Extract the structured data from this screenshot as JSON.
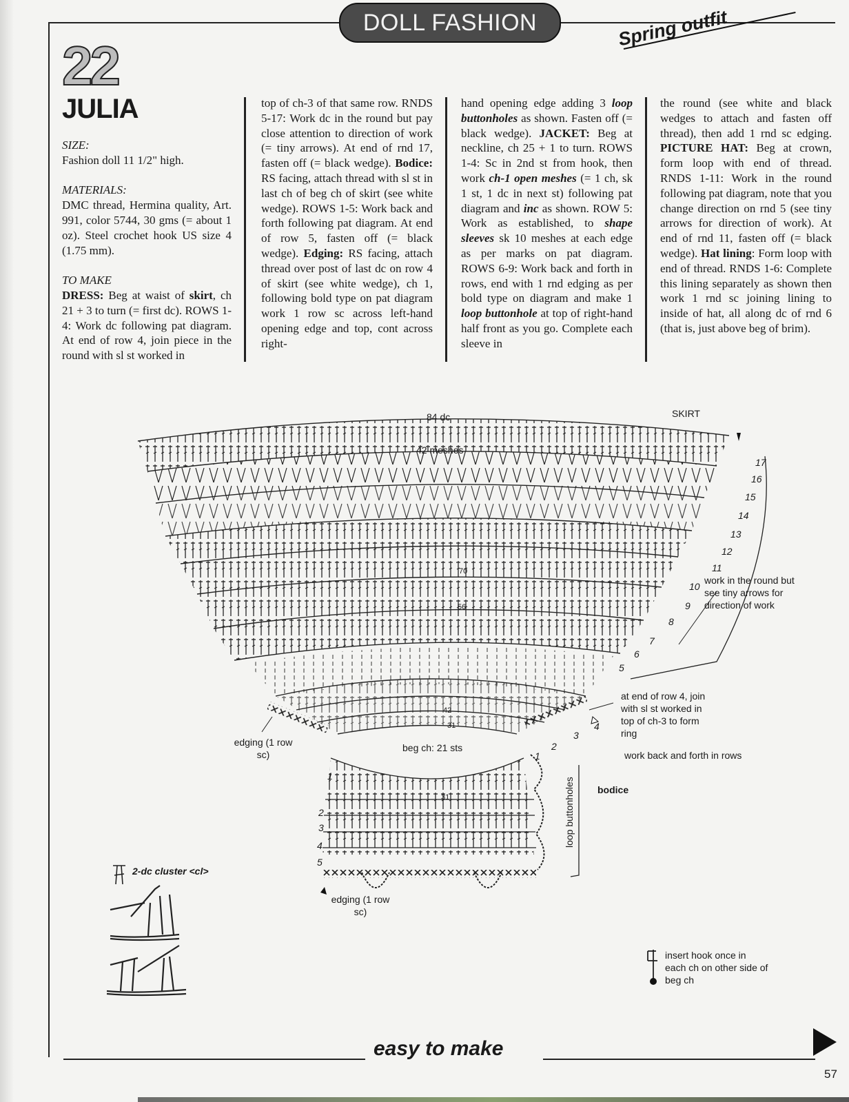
{
  "header": {
    "banner": "DOLL FASHION",
    "badge": "Spring outfit"
  },
  "pattern": {
    "number": "22",
    "name": "JULIA"
  },
  "col1": {
    "size_label": "SIZE:",
    "size_text": "Fashion doll 11 1/2\" high.",
    "materials_label": "MATERIALS:",
    "materials_text": "DMC thread, Hermina quality, Art. 991, color 5744, 30 gms (= about 1 oz). Steel crochet hook US size 4 (1.75 mm).",
    "tomake_label": "TO MAKE",
    "dress_head": "DRESS:",
    "dress_a": " Beg at waist of ",
    "dress_skirt": "skirt",
    "dress_b": ", ch 21 + 3 to turn (= first dc). ROWS 1-4: Work dc following pat diagram. At end of row 4, join piece in the round with sl st worked in"
  },
  "col2": {
    "p1": "top of ch-3 of that same row. RNDS 5-17: Work dc in the round but pay close attention to direction of work (= tiny arrows). At end of rnd 17, fasten off (= black wedge). ",
    "bodice_head": "Bodice:",
    "p2": " RS facing, attach thread with sl st in last ch of beg ch of skirt (see white wedge). ROWS 1-5: Work back and forth following pat diagram. At end of row 5, fasten off (= black wedge). ",
    "edging_head": "Edging:",
    "p3": " RS facing, attach thread over post of last dc on row 4 of skirt (see white wedge), ch 1, following bold type on pat diagram work 1 row sc across left-hand opening edge and top, cont across right-"
  },
  "col3": {
    "p1": "hand opening edge adding 3 ",
    "loop_bh": "loop buttonholes",
    "p2": " as shown. Fasten off (= black wedge). ",
    "jacket_head": "JACKET:",
    "p3": " Beg at neckline, ch 25 + 1 to turn. ROWS 1-4: Sc in 2nd st from hook, then work ",
    "open_meshes": "ch-1 open meshes",
    "p4": " (= 1 ch, sk 1 st, 1 dc in next st) following pat diagram and ",
    "inc": "inc",
    "p5": " as shown. ROW 5: Work as established, to ",
    "shape_sleeves": "shape sleeves",
    "p6": " sk 10 meshes at each edge as per marks on pat diagram. ROWS 6-9: Work back and forth in rows, end with 1 rnd edging as per bold type on diagram and make 1 ",
    "loop_bh2": "loop buttonhole",
    "p7": " at top of right-hand half front as you go. Complete each sleeve in"
  },
  "col4": {
    "p1": "the round (see white and black wedges to attach and fasten off thread), then add 1 rnd sc edging. ",
    "hat_head": "PICTURE HAT:",
    "p2": " Beg at crown, form loop with end of thread. RNDS 1-11: Work in the round following pat diagram, note that you change direction on rnd 5 (see tiny arrows for direction of work). At end of rnd 11, fasten off (= black wedge). ",
    "lining_head": "Hat lining",
    "p3": ": Form loop with end of thread. RNDS 1-6: Complete this lining separately as shown then work 1 rnd sc joining lining to inside of hat, all along dc of rnd 6 (that is, just above beg of brim)."
  },
  "diagram": {
    "skirt": "SKIRT",
    "top_count": "84 dc",
    "meshes": "42 meshes",
    "c70": "70",
    "c56": "56",
    "c42": "42",
    "c31a": "31",
    "c31b": "31",
    "beg_ch": "beg ch:  21 sts",
    "rows": [
      "17",
      "16",
      "15",
      "14",
      "13",
      "12",
      "11",
      "10",
      "9",
      "8",
      "7",
      "6",
      "5"
    ],
    "bodice_rows": [
      "1",
      "2",
      "3",
      "4",
      "5"
    ],
    "right_rows": [
      "4",
      "3",
      "2",
      "1"
    ],
    "work_round": "work in the round but see tiny arrows for direction of work",
    "join_note": "at end of row 4, join with sl st worked in top of ch-3 to form ring",
    "back_forth": "work back and forth in rows",
    "bodice": "bodice",
    "loop_buttonholes": "loop buttonholes",
    "edging_left": "edging (1 row sc)",
    "edging_bottom": "edging (1 row sc)",
    "cluster_label": "2-dc cluster <cl>",
    "insert_note": "insert hook once in each ch on other side of beg ch"
  },
  "footer": {
    "brand": "easy to make",
    "page": "57"
  }
}
